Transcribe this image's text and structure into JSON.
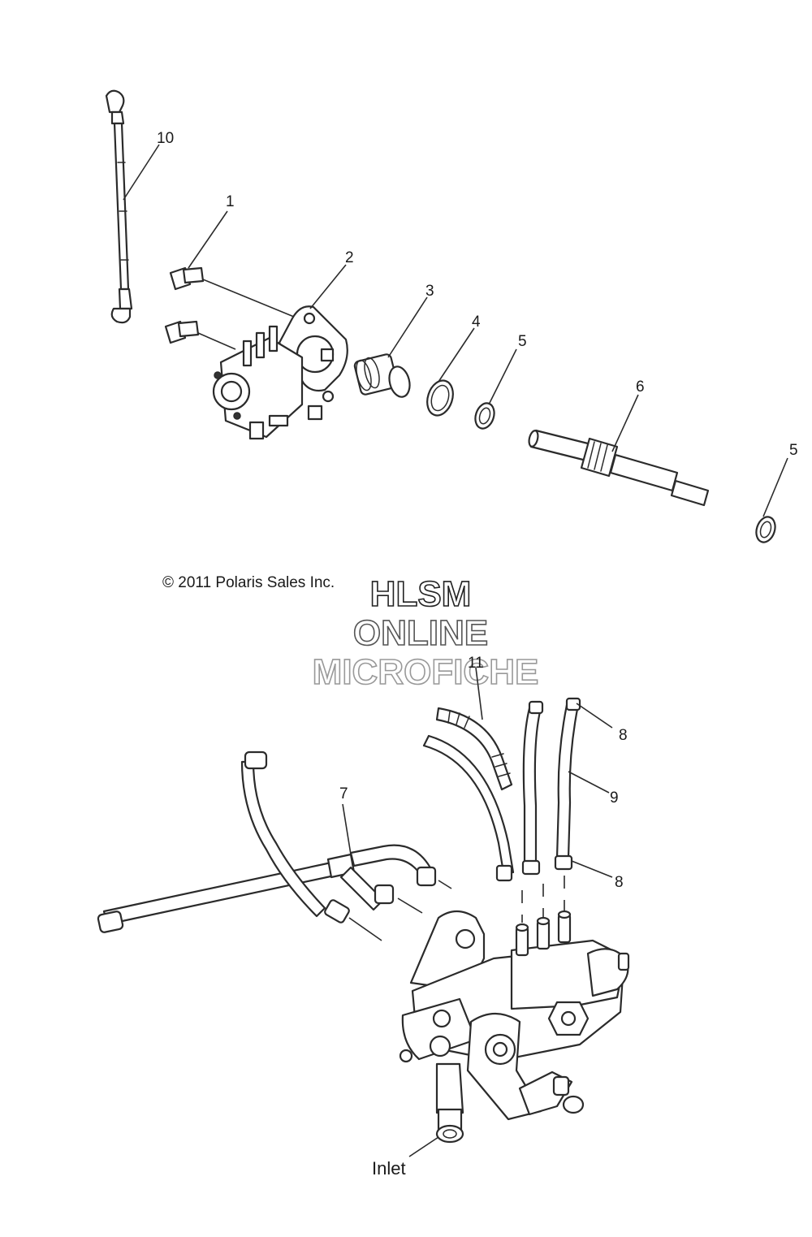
{
  "callouts": {
    "c1": "1",
    "c2": "2",
    "c3": "3",
    "c4": "4",
    "c5a": "5",
    "c5b": "5",
    "c6": "6",
    "c7": "7",
    "c8a": "8",
    "c8b": "8",
    "c9": "9",
    "c10": "10",
    "c11": "11"
  },
  "copyright": "© 2011 Polaris Sales Inc.",
  "watermark": {
    "line1": "HLSM",
    "line2": "ONLINE",
    "line3": "MICROFICHE",
    "colors": [
      "#222222",
      "#555555",
      "#999999"
    ]
  },
  "inlet_label": "Inlet"
}
